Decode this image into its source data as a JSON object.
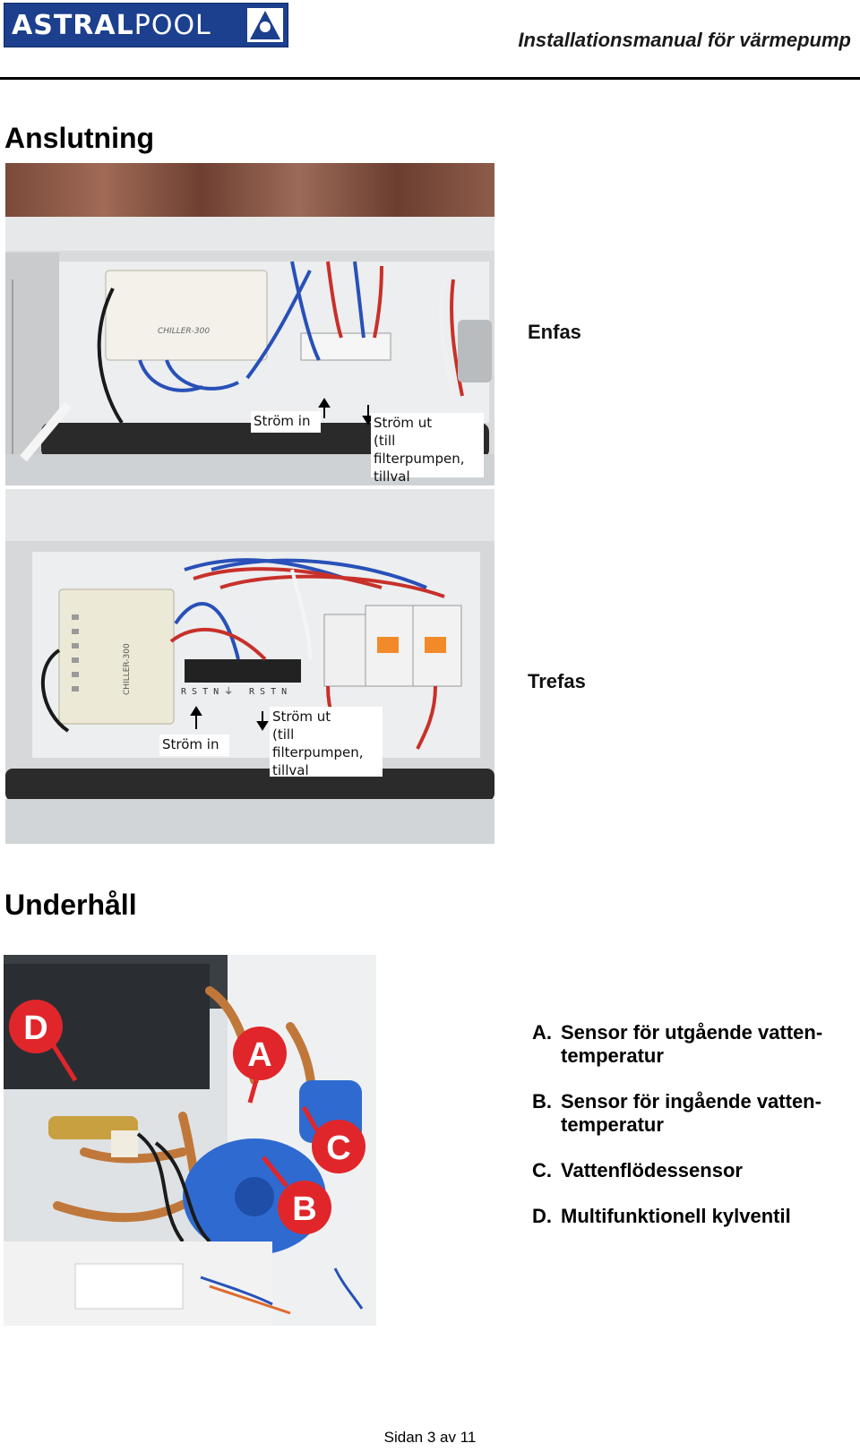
{
  "header": {
    "logo_bold": "ASTRAL",
    "logo_light": "POOL",
    "title": "Installationsmanual för värmepump"
  },
  "sections": {
    "connection": "Anslutning",
    "maintenance": "Underhåll"
  },
  "photos": {
    "single_phase": {
      "caption": "Enfas",
      "unit_text": "CHILLER-300",
      "power_in": "Ström in",
      "power_out_line1": "Ström ut",
      "power_out_line2": "(till filterpumpen,",
      "power_out_line3": "tillval"
    },
    "three_phase": {
      "caption": "Trefas",
      "unit_text": "CHILLER-300",
      "terminal_labels_1": "R S T N ⏚",
      "terminal_labels_2": "R S T N",
      "power_in": "Ström in",
      "power_out_line1": "Ström ut",
      "power_out_line2": "(till filterpumpen,",
      "power_out_line3": "tillval"
    },
    "maintenance": {
      "markers": [
        "A",
        "B",
        "C",
        "D"
      ]
    }
  },
  "legend": [
    {
      "letter": "A.",
      "text": "Sensor för utgående vatten-temperatur"
    },
    {
      "letter": "B.",
      "text": "Sensor för ingående vatten-temperatur"
    },
    {
      "letter": "C.",
      "text": "Vattenflödessensor"
    },
    {
      "letter": "D.",
      "text": "Multifunktionell kylventil"
    }
  ],
  "footer": {
    "page": "Sidan 3 av 11"
  },
  "colors": {
    "brand_blue": "#1c3f8e",
    "marker_red": "#e0262a",
    "wire_blue": "#2850b8",
    "wire_red": "#c8302a",
    "panel_grey": "#d9dbdc"
  }
}
